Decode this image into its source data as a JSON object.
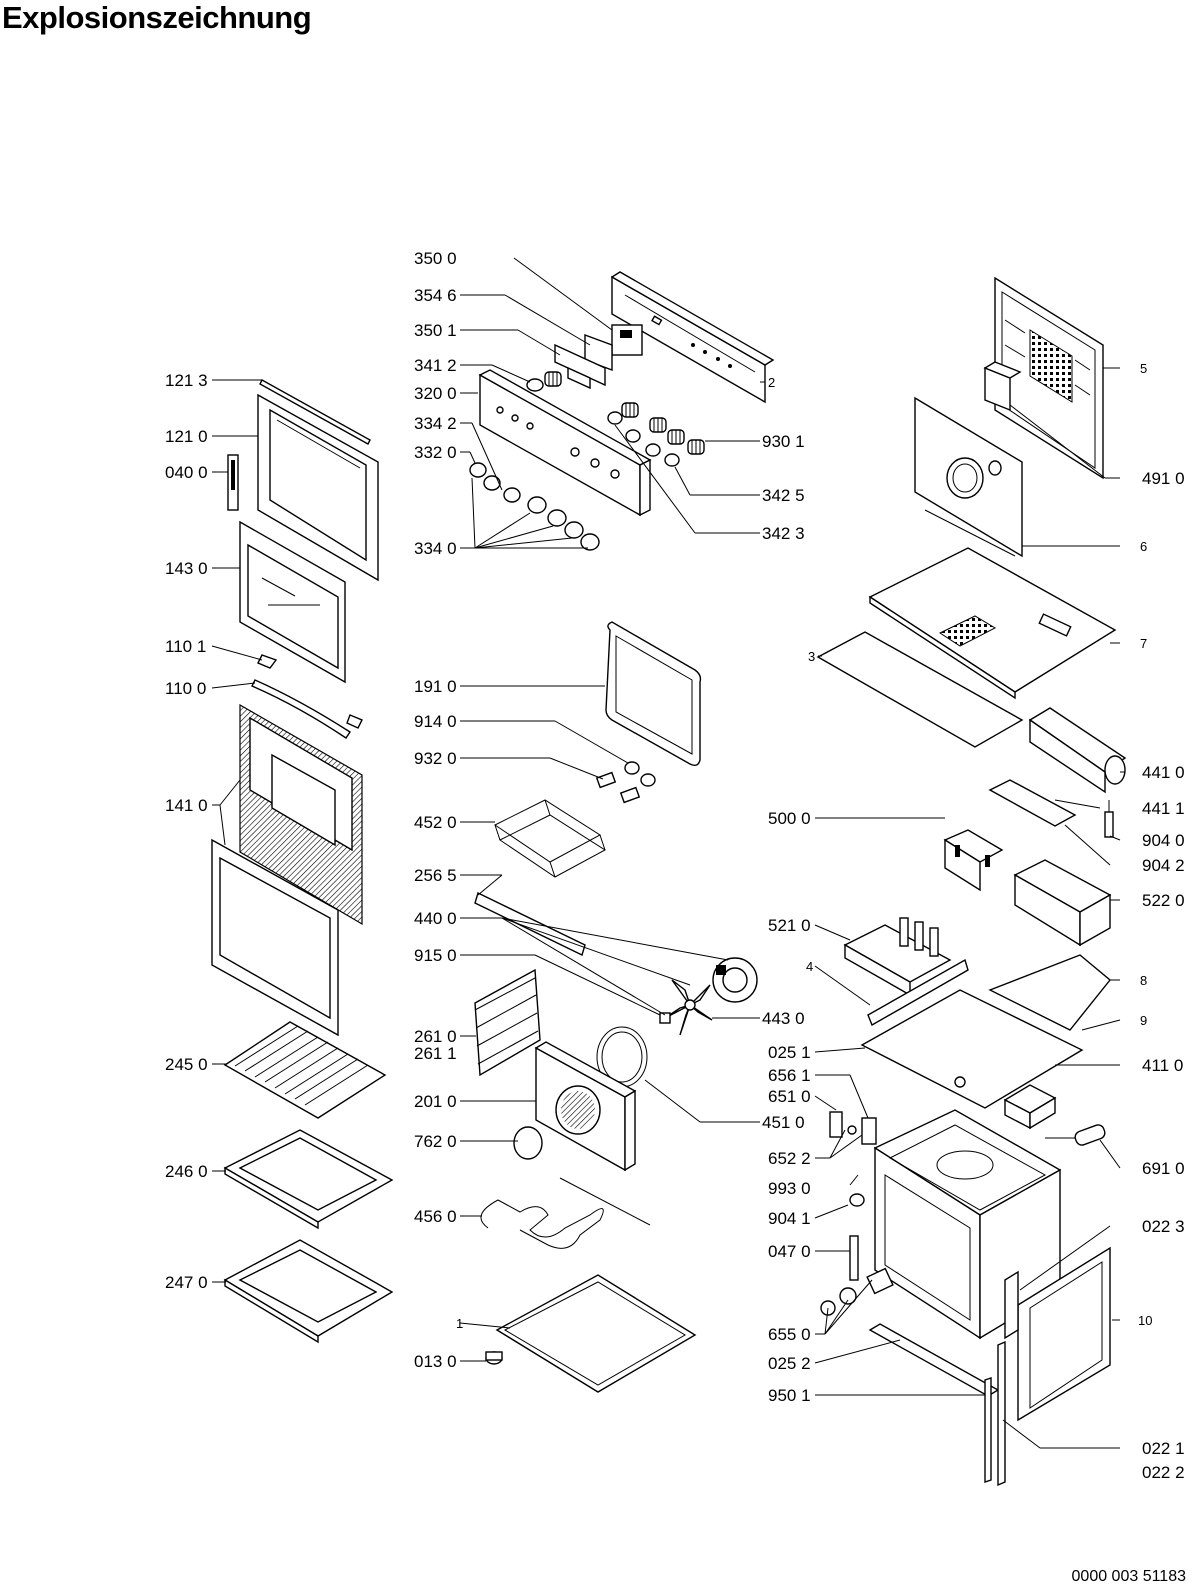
{
  "title": "Explosionszeichnung",
  "document_id": "0000 003 51183",
  "parts": [
    {
      "id": "p3500",
      "label": "350 0"
    },
    {
      "id": "p3546",
      "label": "354 6"
    },
    {
      "id": "p3501",
      "label": "350 1"
    },
    {
      "id": "p3412",
      "label": "341 2"
    },
    {
      "id": "p3200",
      "label": "320 0"
    },
    {
      "id": "p3342",
      "label": "334 2"
    },
    {
      "id": "p3320",
      "label": "332 0"
    },
    {
      "id": "p3340",
      "label": "334 0"
    },
    {
      "id": "p9301",
      "label": "930 1"
    },
    {
      "id": "p3425",
      "label": "342 5"
    },
    {
      "id": "p3423",
      "label": "342 3"
    },
    {
      "id": "p2",
      "label": "2"
    },
    {
      "id": "p1213",
      "label": "121 3"
    },
    {
      "id": "p1210",
      "label": "121 0"
    },
    {
      "id": "p0400",
      "label": "040 0"
    },
    {
      "id": "p1430",
      "label": "143 0"
    },
    {
      "id": "p1101",
      "label": "110 1"
    },
    {
      "id": "p1100",
      "label": "110 0"
    },
    {
      "id": "p1410",
      "label": "141 0"
    },
    {
      "id": "p2450",
      "label": "245 0"
    },
    {
      "id": "p2460",
      "label": "246 0"
    },
    {
      "id": "p2470",
      "label": "247 0"
    },
    {
      "id": "p0130",
      "label": "013 0"
    },
    {
      "id": "p1",
      "label": "1"
    },
    {
      "id": "p1910",
      "label": "191 0"
    },
    {
      "id": "p9140",
      "label": "914 0"
    },
    {
      "id": "p9320",
      "label": "932 0"
    },
    {
      "id": "p4520",
      "label": "452 0"
    },
    {
      "id": "p2565",
      "label": "256 5"
    },
    {
      "id": "p4400",
      "label": "440 0"
    },
    {
      "id": "p9150",
      "label": "915 0"
    },
    {
      "id": "p2610",
      "label": "261 0"
    },
    {
      "id": "p2611",
      "label": "261 1"
    },
    {
      "id": "p2010",
      "label": "201 0"
    },
    {
      "id": "p7620",
      "label": "762 0"
    },
    {
      "id": "p4560",
      "label": "456 0"
    },
    {
      "id": "p4430",
      "label": "443 0"
    },
    {
      "id": "p4510",
      "label": "451 0"
    },
    {
      "id": "p5",
      "label": "5"
    },
    {
      "id": "p4910",
      "label": "491 0"
    },
    {
      "id": "p6",
      "label": "6"
    },
    {
      "id": "p7",
      "label": "7"
    },
    {
      "id": "p3",
      "label": "3"
    },
    {
      "id": "p4410",
      "label": "441 0"
    },
    {
      "id": "p4411",
      "label": "441 1"
    },
    {
      "id": "p5000",
      "label": "500 0"
    },
    {
      "id": "p9040",
      "label": "904 0"
    },
    {
      "id": "p9042",
      "label": "904 2"
    },
    {
      "id": "p5220",
      "label": "522 0"
    },
    {
      "id": "p5210",
      "label": "521 0"
    },
    {
      "id": "p4",
      "label": "4"
    },
    {
      "id": "p8",
      "label": "8"
    },
    {
      "id": "p9",
      "label": "9"
    },
    {
      "id": "p0251",
      "label": "025 1"
    },
    {
      "id": "p6561",
      "label": "656 1"
    },
    {
      "id": "p6510",
      "label": "651 0"
    },
    {
      "id": "p4110",
      "label": "411 0"
    },
    {
      "id": "p6522",
      "label": "652 2"
    },
    {
      "id": "p6910",
      "label": "691 0"
    },
    {
      "id": "p9930",
      "label": "993 0"
    },
    {
      "id": "p9041",
      "label": "904 1"
    },
    {
      "id": "p0470",
      "label": "047 0"
    },
    {
      "id": "p0223",
      "label": "022 3"
    },
    {
      "id": "p6550",
      "label": "655 0"
    },
    {
      "id": "p10",
      "label": "10"
    },
    {
      "id": "p0252",
      "label": "025 2"
    },
    {
      "id": "p9501",
      "label": "950 1"
    },
    {
      "id": "p0221",
      "label": "022 1"
    },
    {
      "id": "p0222",
      "label": "022 2"
    }
  ]
}
